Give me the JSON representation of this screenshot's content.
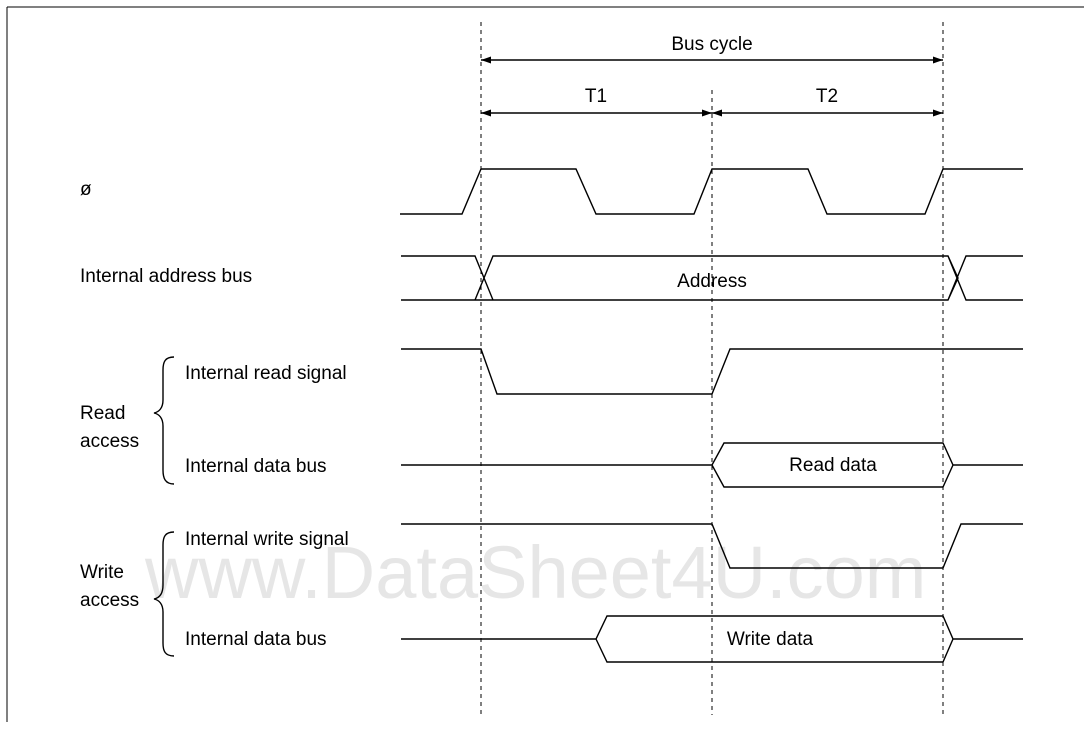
{
  "watermark": "www.DataSheet4U.com",
  "timing": {
    "bus_cycle": "Bus cycle",
    "t1": "T1",
    "t2": "T2"
  },
  "signals": {
    "clock": "ø",
    "address_bus": "Internal address bus",
    "read_signal": "Internal read signal",
    "read_data_bus": "Internal data bus",
    "write_signal": "Internal write signal",
    "write_data_bus": "Internal data bus"
  },
  "groups": {
    "read_line1": "Read",
    "read_line2": "access",
    "write_line1": "Write",
    "write_line2": "access"
  },
  "values": {
    "address": "Address",
    "read_data": "Read data",
    "write_data": "Write data"
  }
}
